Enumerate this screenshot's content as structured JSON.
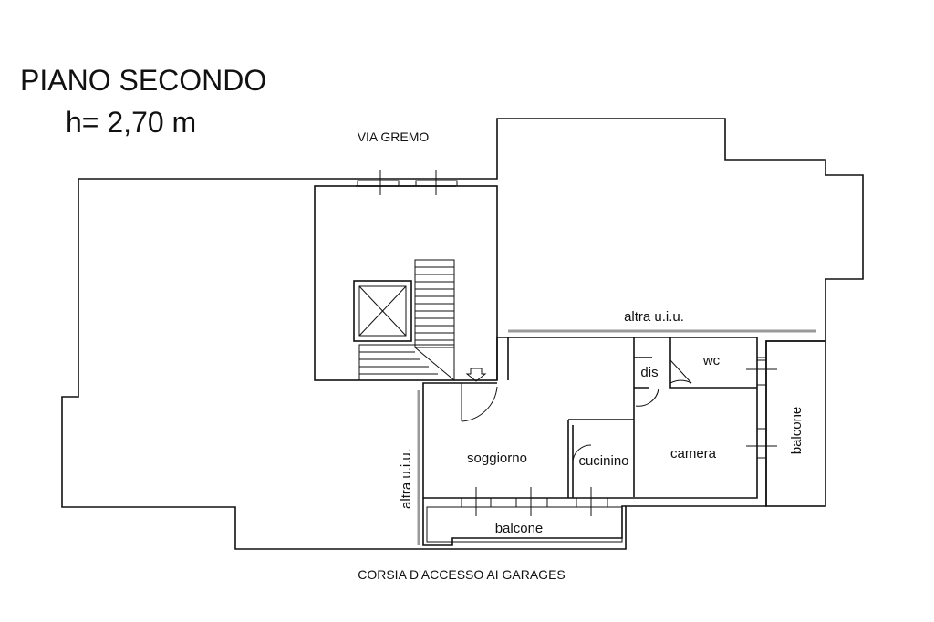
{
  "title": "PIANO SECONDO",
  "height": "h= 2,70 m",
  "streets": {
    "north": "VIA GREMO",
    "south": "CORSIA D'ACCESSO AI GARAGES"
  },
  "neighbors": {
    "top": "altra u.i.u.",
    "left": "altra u.i.u."
  },
  "rooms": {
    "living": "soggiorno",
    "kitchenette": "cucinino",
    "bedroom": "camera",
    "wc": "wc",
    "hall": "dis",
    "balcony_south": "balcone",
    "balcony_east": "balcone"
  },
  "icons": {
    "entrance": "entrance-arrow-icon"
  }
}
